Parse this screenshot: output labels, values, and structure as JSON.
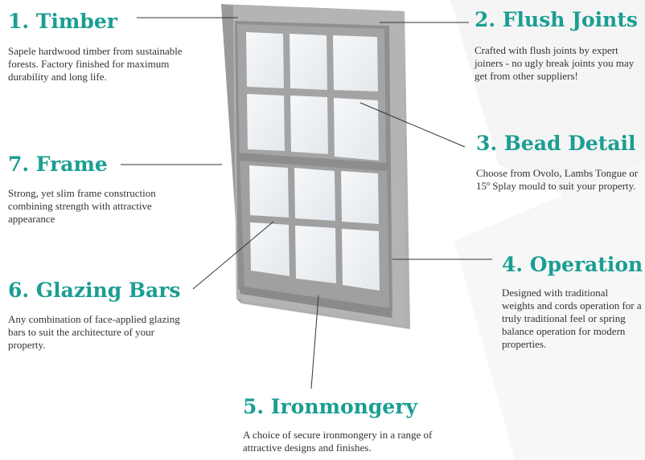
{
  "features": [
    {
      "title": "1. Timber",
      "body": "Sapele hardwood timber from sustainable forests. Factory finished for maximum durability and long life."
    },
    {
      "title": "2. Flush Joints",
      "body": "Crafted with flush joints  by expert joiners - no ugly break joints you may get from other suppliers!"
    },
    {
      "title": "3. Bead Detail",
      "body": "Choose from Ovolo, Lambs Tongue or 15º Splay mould to suit your property."
    },
    {
      "title": "4. Operation",
      "body": "Designed with traditional weights and cords operation for a truly traditional feel or spring balance operation for modern properties."
    },
    {
      "title": "5. Ironmongery",
      "body": "A choice of secure ironmongery in a range of attractive designs and finishes."
    },
    {
      "title": "6. Glazing Bars",
      "body": "Any combination of face-applied glazing bars to suit the architecture of your property."
    },
    {
      "title": "7. Frame",
      "body": "Strong, yet slim frame construction combining strength with attractive appearance"
    }
  ],
  "colors": {
    "accent": "#1a9e92",
    "text": "#333333",
    "frame": "#a9a9a9",
    "glass": "#eef1f4"
  }
}
